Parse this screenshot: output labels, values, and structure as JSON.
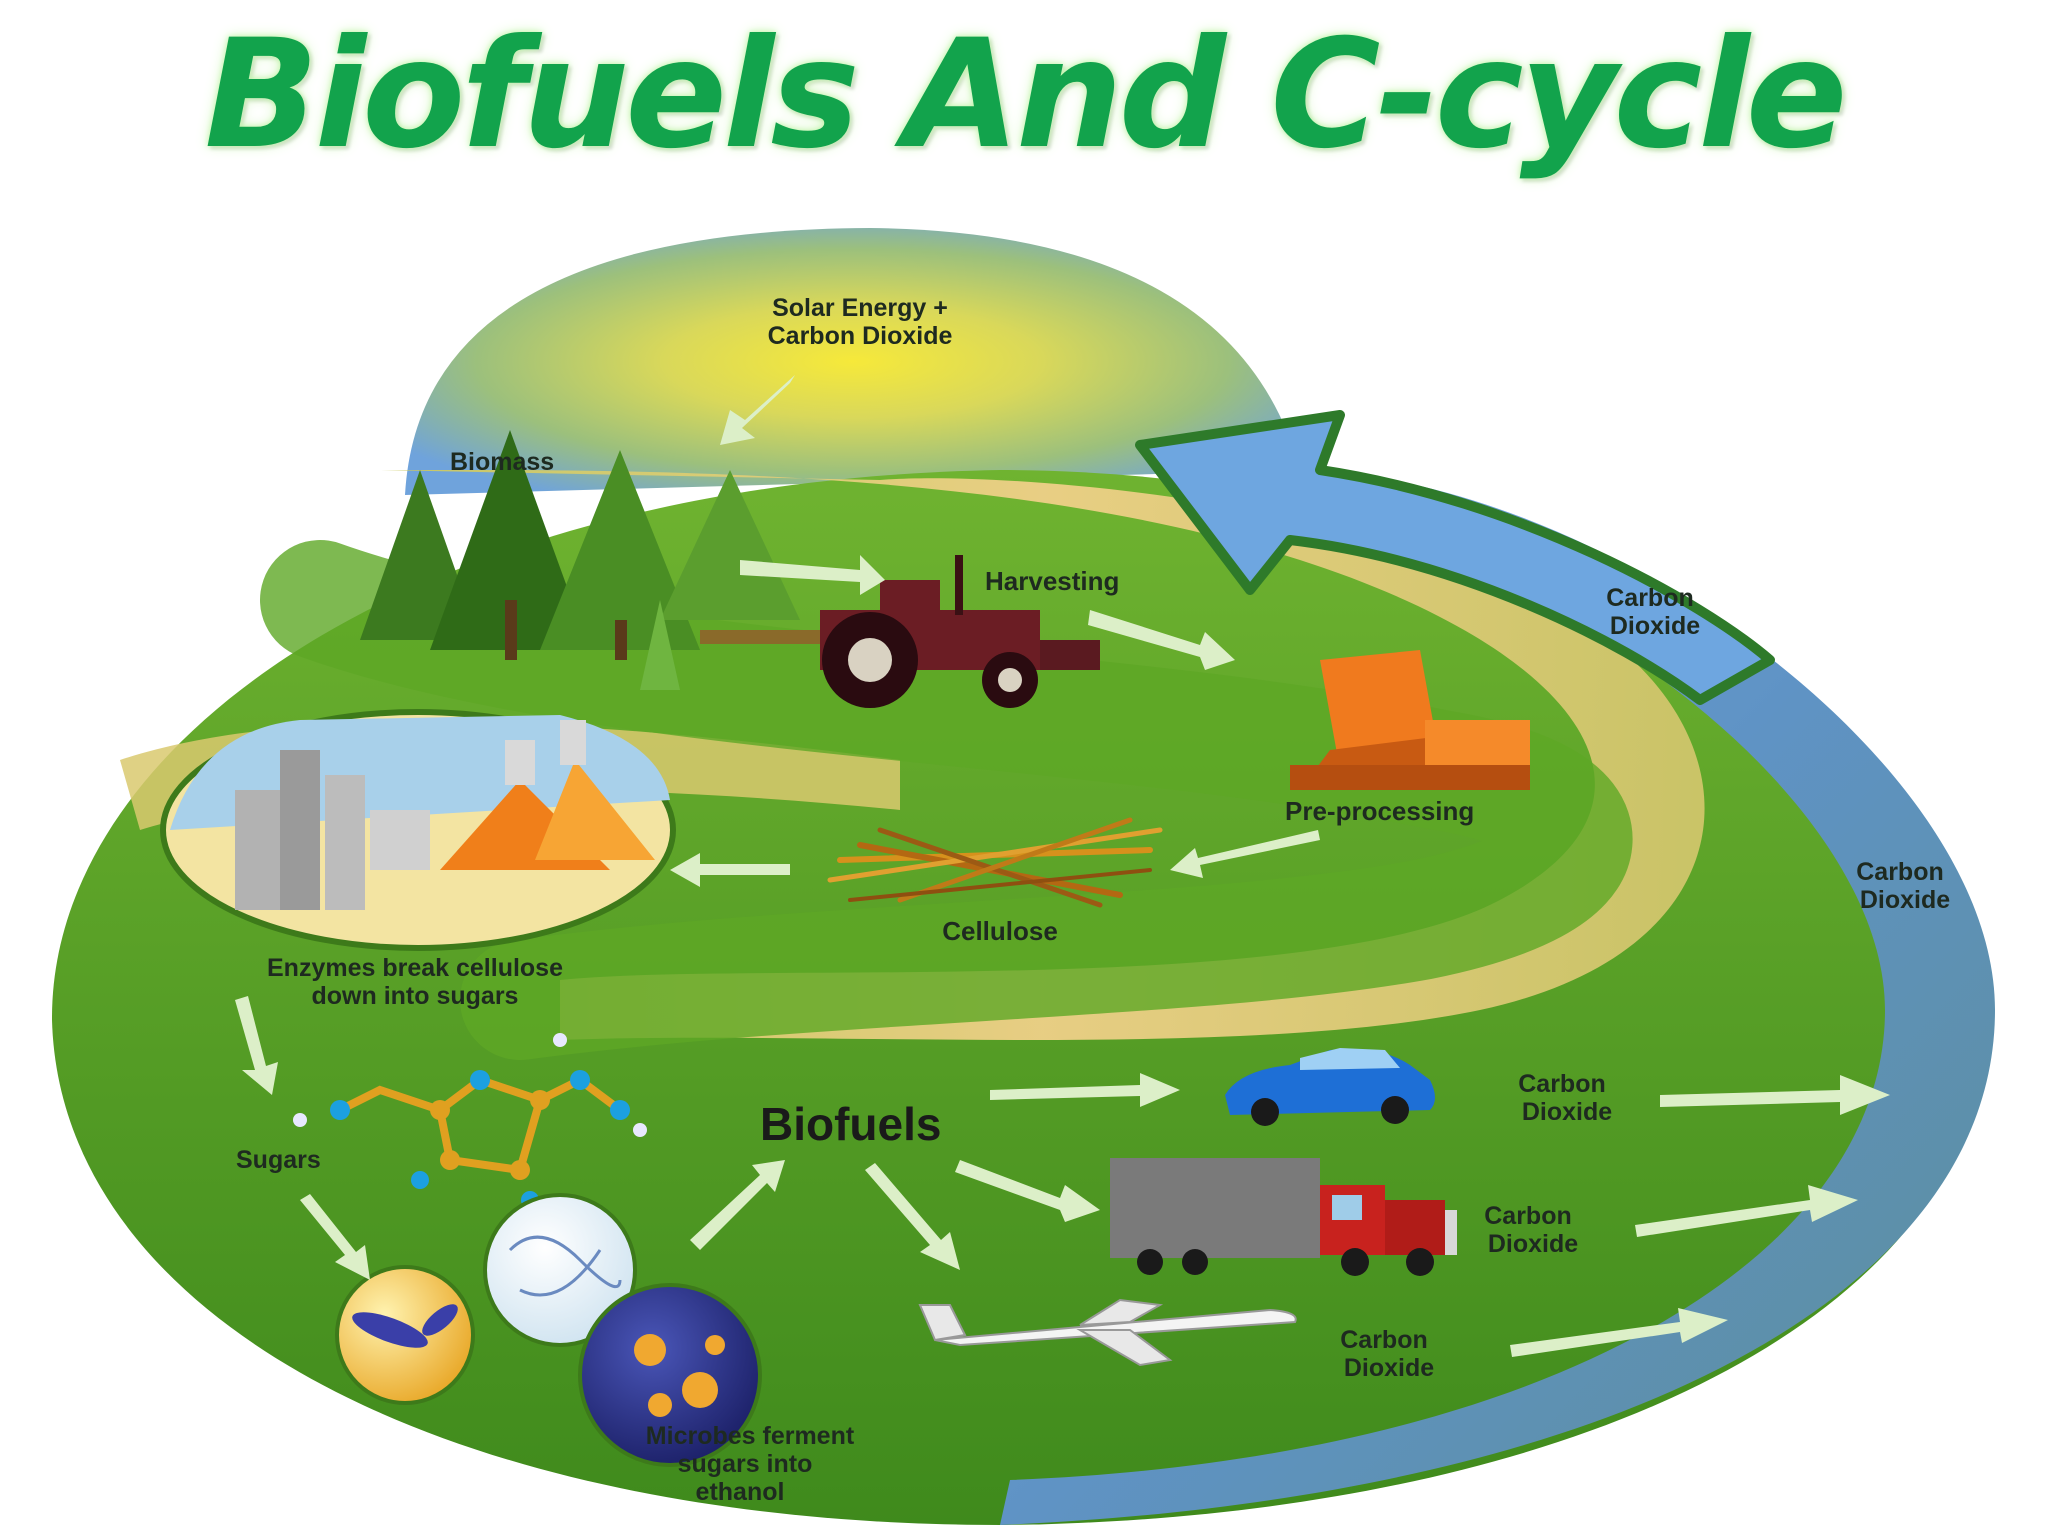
{
  "title": "Biofuels And C-cycle",
  "labels": {
    "solar_line1": "Solar Energy +",
    "solar_line2": "Carbon Dioxide",
    "biomass": "Biomass",
    "harvesting": "Harvesting",
    "preprocessing": "Pre-processing",
    "cellulose": "Cellulose",
    "enzymes_line1": "Enzymes break cellulose",
    "enzymes_line2": "down into sugars",
    "sugars": "Sugars",
    "microbes_line1": "Microbes ferment",
    "microbes_line2": "sugars into",
    "microbes_line3": "ethanol",
    "biofuels": "Biofuels",
    "co2_line1": "Carbon",
    "co2_line2": "Dioxide"
  },
  "colors": {
    "title": "#12a34c",
    "sky": "#7aa7d8",
    "sun": "#f3e23a",
    "field_green": "#4e9a22",
    "path_tan": "#e4c878",
    "arrow_light": "#dcefc8",
    "return_arrow": "#6d9ed6"
  }
}
